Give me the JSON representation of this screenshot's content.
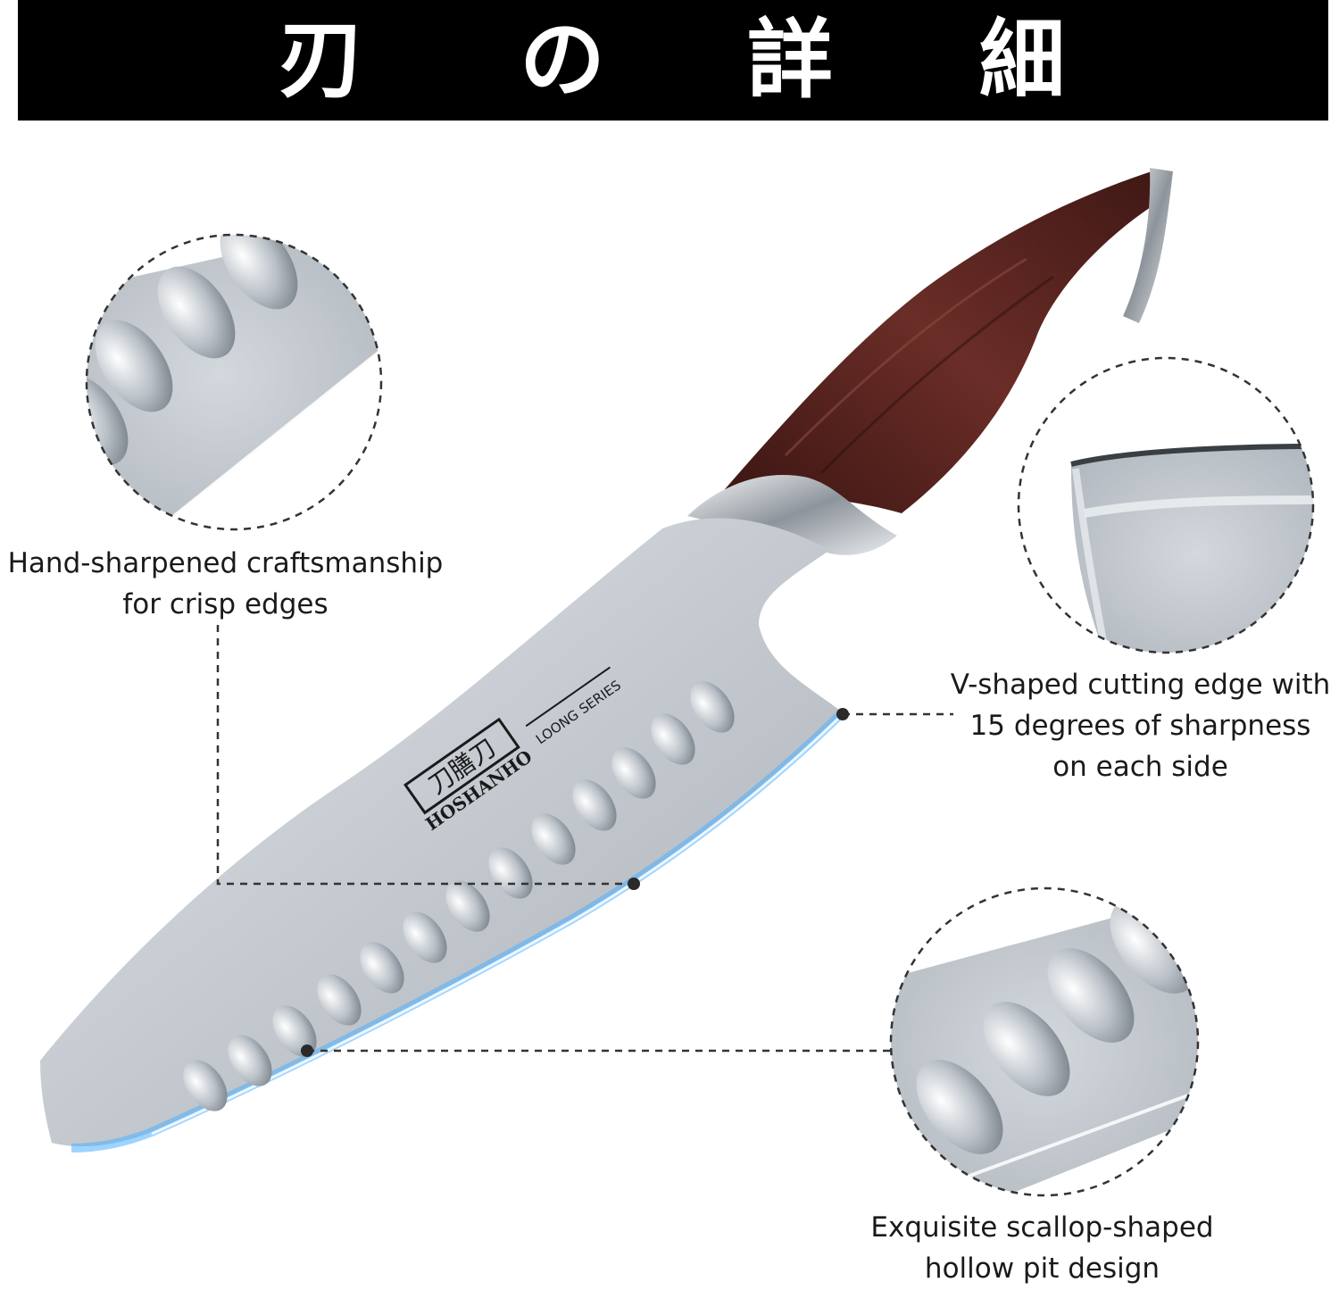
{
  "header": {
    "title_chars": [
      "刃",
      "の",
      "詳",
      "細"
    ]
  },
  "blade_marks": {
    "logo_glyphs": "刀膳刀",
    "brand": "HOSHANHO",
    "series": "LOONG SERIES"
  },
  "callouts": [
    {
      "id": "hand-sharpened",
      "lines": [
        "Hand-sharpened craftsmanship",
        "for crisp edges"
      ]
    },
    {
      "id": "v-shaped-edge",
      "lines": [
        "V-shaped cutting edge with",
        "15 degrees of sharpness",
        "on each side"
      ]
    },
    {
      "id": "scallop-pits",
      "lines": [
        "Exquisite scallop-shaped",
        "hollow pit design"
      ]
    }
  ],
  "colors": {
    "banner": "#000000",
    "banner_text": "#ffffff",
    "steel": "#c9ced4",
    "handle": "#5a2622",
    "edge_glow": "#4fb0ff",
    "text": "#1a1a1a"
  }
}
